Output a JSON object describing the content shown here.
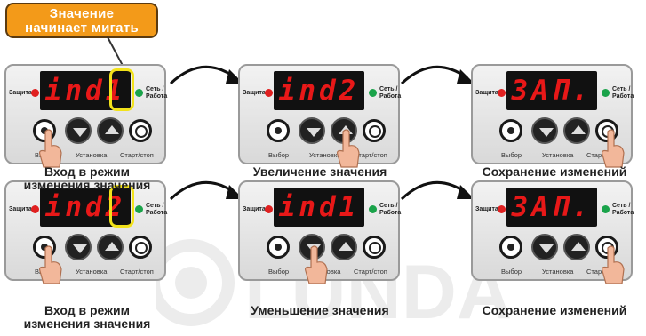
{
  "callout": {
    "line1": "Значение",
    "line2": "начинает мигать"
  },
  "labels": {
    "protection": "Защита",
    "network_line1": "Сеть /",
    "network_line2": "Работа",
    "select": "Выбор",
    "setup": "Установка",
    "startstop": "Старт/стоп"
  },
  "panels": [
    {
      "display": "ind1",
      "caption_line1": "Вход в режим",
      "caption_line2": "изменения значения"
    },
    {
      "display": "ind2",
      "caption_line1": "Увеличение значения",
      "caption_line2": ""
    },
    {
      "display": "3AП.",
      "caption_line1": "Сохранение изменений",
      "caption_line2": ""
    },
    {
      "display": "ind2",
      "caption_line1": "Вход в режим",
      "caption_line2": "изменения значения"
    },
    {
      "display": "ind1",
      "caption_line1": "Уменьшение значения",
      "caption_line2": ""
    },
    {
      "display": "3AП.",
      "caption_line1": "Сохранение изменений",
      "caption_line2": ""
    }
  ],
  "watermark": "LUNDA",
  "colors": {
    "accent": "#f39a19",
    "segment": "#e81818",
    "highlight": "#f2e21a",
    "led_red": "#e02020",
    "led_green": "#1aa34a"
  }
}
